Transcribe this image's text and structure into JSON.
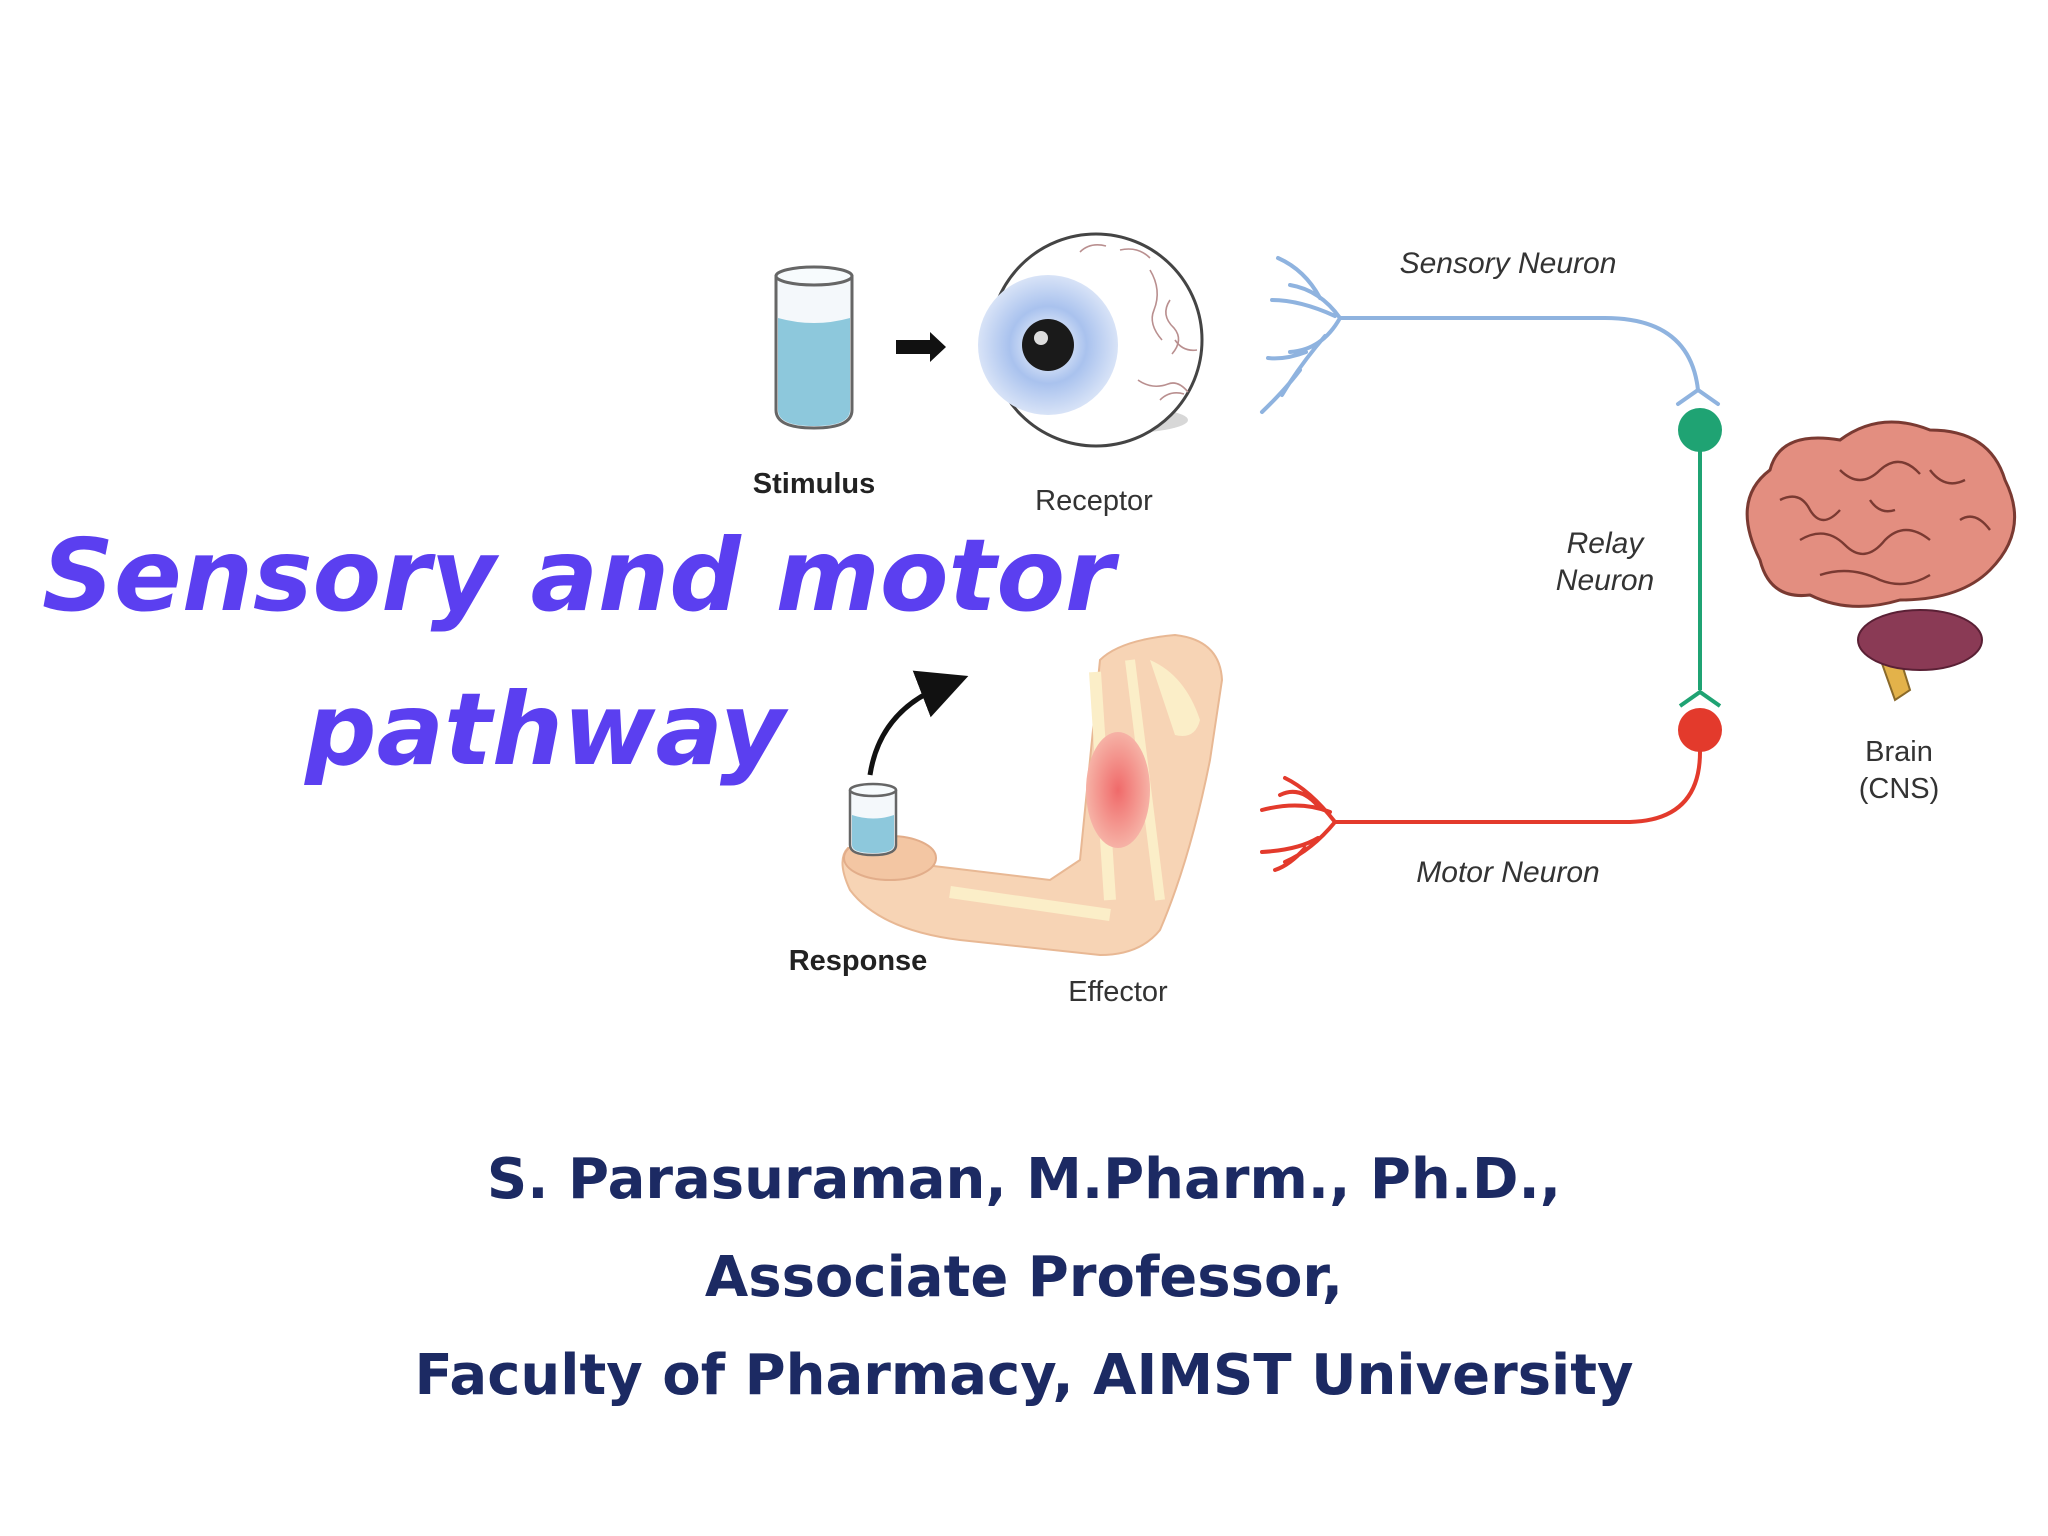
{
  "title": {
    "line1": "Sensory and motor",
    "line2": "pathway"
  },
  "diagram": {
    "labels": {
      "stimulus": "Stimulus",
      "receptor": "Receptor",
      "sensory_neuron": "Sensory Neuron",
      "relay_line1": "Relay",
      "relay_line2": "Neuron",
      "brain_line1": "Brain",
      "brain_line2": "(CNS)",
      "motor_neuron": "Motor Neuron",
      "response": "Response",
      "effector": "Effector"
    },
    "colors": {
      "sensory": "#8fb3df",
      "relay": "#1fa373",
      "motor": "#e33a2c",
      "title": "#5b3ff0",
      "credit": "#1c2a63"
    }
  },
  "credits": {
    "line1": "S. Parasuraman, M.Pharm., Ph.D.,",
    "line2": "Associate Professor,",
    "line3": "Faculty of Pharmacy, AIMST University"
  }
}
